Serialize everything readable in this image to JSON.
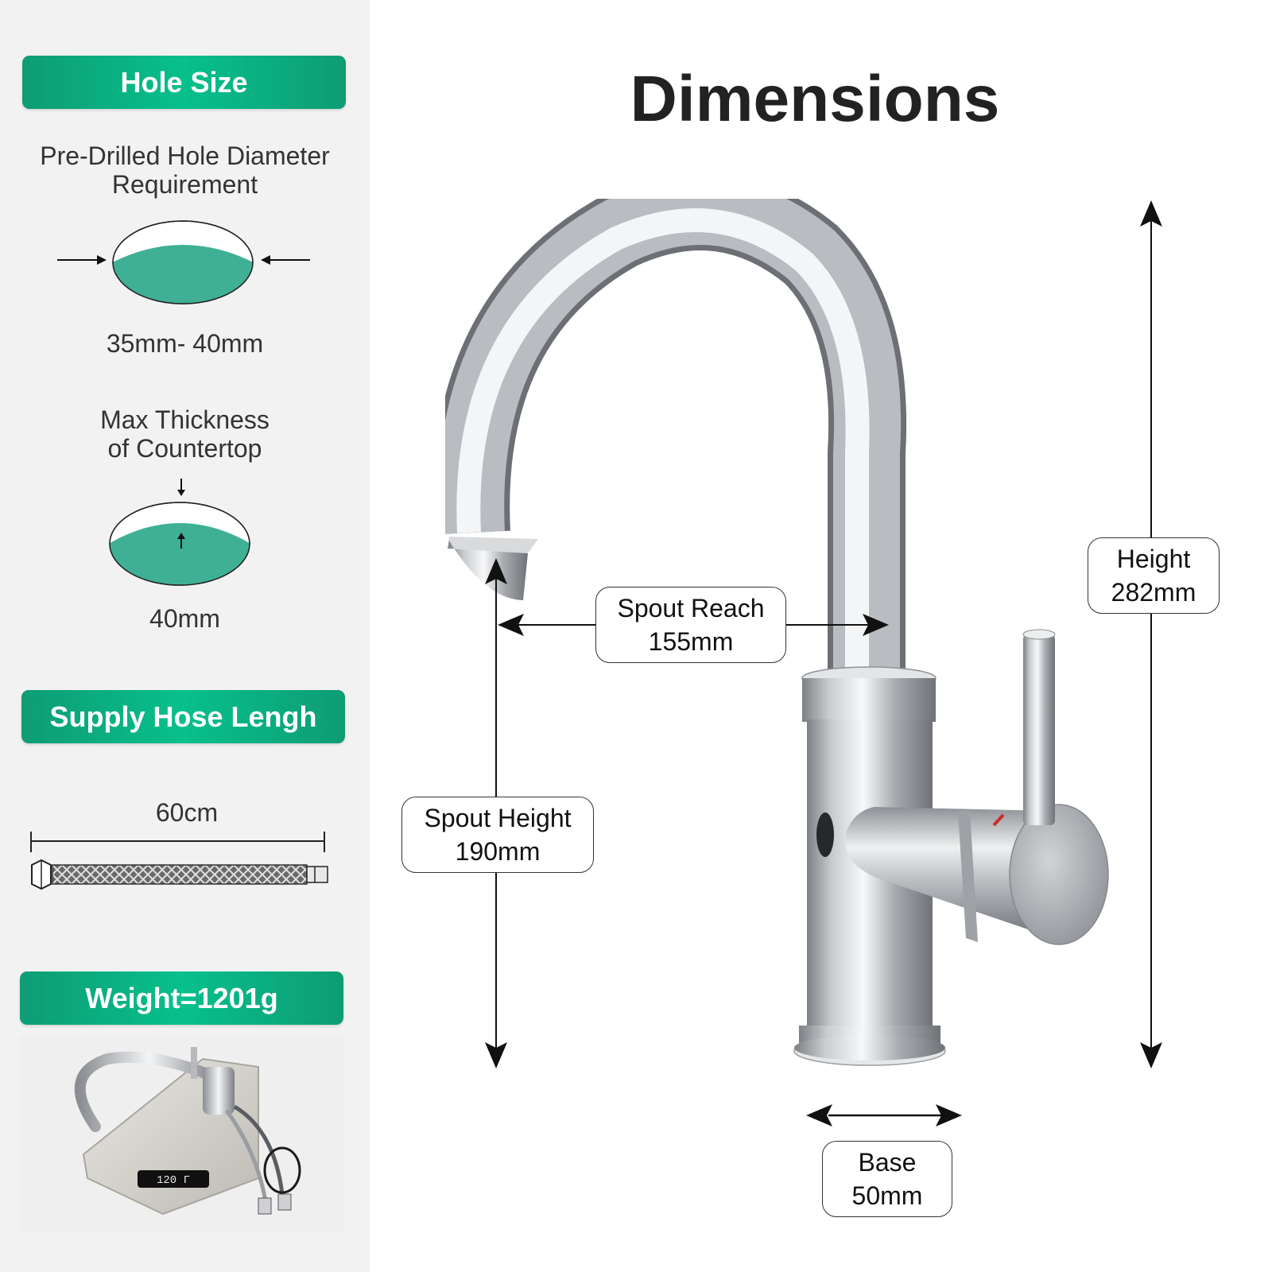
{
  "title": "Dimensions",
  "hole_size": {
    "header": "Hole Size",
    "diameter_label_line1": "Pre-Drilled Hole Diameter",
    "diameter_label_line2": "Requirement",
    "diameter_value": "35mm- 40mm",
    "thickness_label_line1": "Max Thickness",
    "thickness_label_line2": "of Countertop",
    "thickness_value": "40mm"
  },
  "supply_hose": {
    "header": "Supply Hose Lengh",
    "length_value": "60cm"
  },
  "weight": {
    "header": "Weight=1201g",
    "scale_display": "120 Г"
  },
  "dimensions": {
    "spout_reach_label": "Spout Reach",
    "spout_reach_value": "155mm",
    "spout_height_label": "Spout Height",
    "spout_height_value": "190mm",
    "height_label": "Height",
    "height_value": "282mm",
    "base_label": "Base",
    "base_value": "50mm"
  },
  "colors": {
    "accent_green": "#0aaf80",
    "hole_fill": "#3fb095"
  }
}
